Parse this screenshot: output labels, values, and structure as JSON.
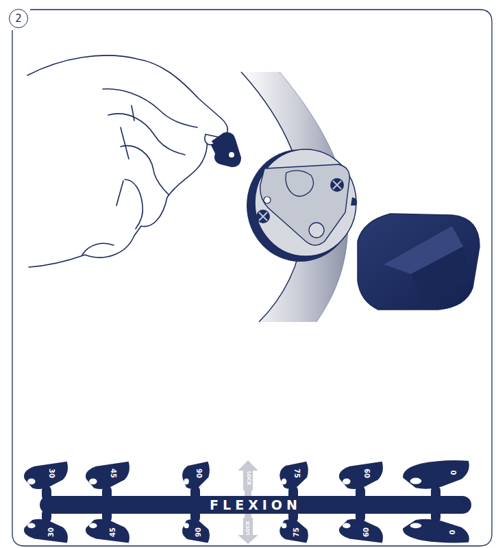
{
  "diagram": {
    "nodes": [
      {
        "text": [
          "2"
        ]
      },
      {
        "text": [
          "30"
        ]
      },
      {
        "text": [
          "45"
        ]
      },
      {
        "text": [
          "90"
        ]
      },
      {
        "text": [
          "LOCK"
        ]
      },
      {
        "text": [
          "75"
        ]
      },
      {
        "text": [
          "60"
        ]
      },
      {
        "text": [
          "0"
        ]
      },
      {
        "text": [
          "FLEXION"
        ]
      },
      {
        "text": [
          "30"
        ]
      },
      {
        "text": [
          "45"
        ]
      },
      {
        "text": [
          "90"
        ]
      },
      {
        "text": [
          "LOCK"
        ]
      },
      {
        "text": [
          "75"
        ]
      },
      {
        "text": [
          "60"
        ]
      },
      {
        "text": [
          "0"
        ]
      }
    ],
    "edges": [
      {
        "from": 8,
        "to": 1,
        "arrow": "none"
      },
      {
        "from": 8,
        "to": 2,
        "arrow": "none"
      },
      {
        "from": 8,
        "to": 3,
        "arrow": "none"
      },
      {
        "from": 8,
        "to": 4,
        "arrow": "none"
      },
      {
        "from": 8,
        "to": 5,
        "arrow": "none"
      },
      {
        "from": 8,
        "to": 6,
        "arrow": "none"
      },
      {
        "from": 8,
        "to": 7,
        "arrow": "none"
      },
      {
        "from": 8,
        "to": 9,
        "arrow": "none"
      },
      {
        "from": 8,
        "to": 10,
        "arrow": "none"
      },
      {
        "from": 8,
        "to": 11,
        "arrow": "none"
      },
      {
        "from": 8,
        "to": 12,
        "arrow": "none"
      },
      {
        "from": 8,
        "to": 13,
        "arrow": "none"
      },
      {
        "from": 8,
        "to": 14,
        "arrow": "none"
      },
      {
        "from": 8,
        "to": 15,
        "arrow": "none"
      }
    ]
  }
}
